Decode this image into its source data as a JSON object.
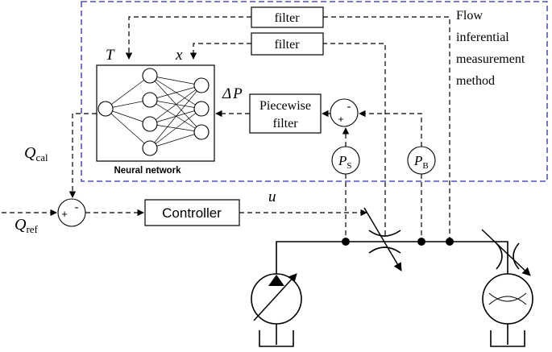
{
  "region": {
    "title_lines": [
      "Flow",
      "inferential",
      "measurement",
      "method"
    ],
    "border_color": "#2b2bb8"
  },
  "filters": {
    "top": "filter",
    "second": "filter"
  },
  "neural_network": {
    "label": "Neural network",
    "input_t": "T",
    "input_x": "x"
  },
  "delta_p": {
    "symbol": "Δ",
    "var": "P"
  },
  "piecewise_filter": {
    "line1": "Piecewise",
    "line2": "filter"
  },
  "subtractor_right": {
    "plus": "+",
    "minus": "-"
  },
  "sensor_s": {
    "var": "P",
    "sub": "S"
  },
  "sensor_b": {
    "var": "P",
    "sub": "B"
  },
  "q_cal": {
    "var": "Q",
    "sub": "cal"
  },
  "q_ref": {
    "var": "Q",
    "sub": "ref"
  },
  "subtractor_left": {
    "plus": "+",
    "minus": "-"
  },
  "controller": {
    "label": "Controller"
  },
  "control_signal": {
    "label": "u"
  }
}
